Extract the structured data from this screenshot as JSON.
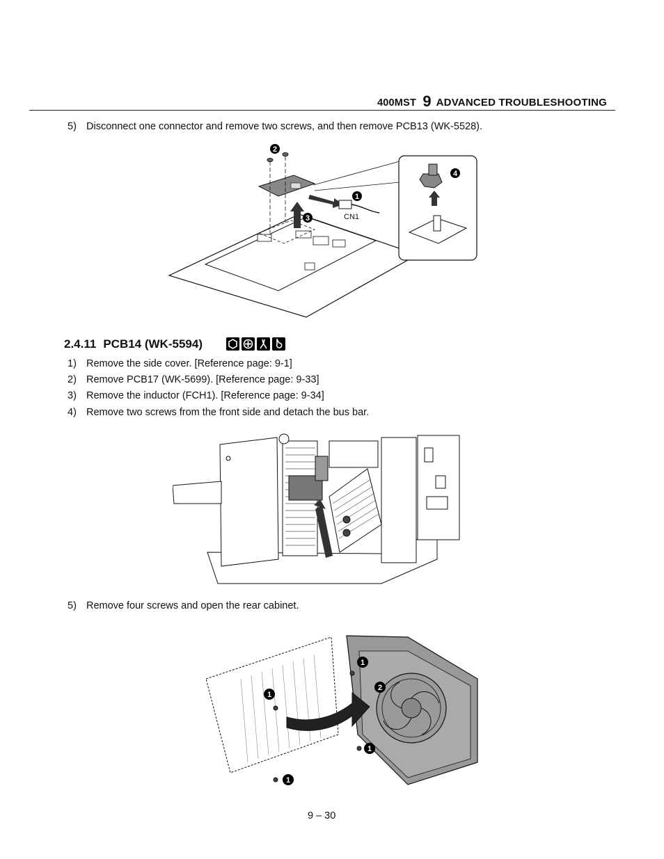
{
  "header": {
    "model": "400MST",
    "chapter_number": "9",
    "chapter_title": "ADVANCED TROUBLESHOOTING"
  },
  "step_pcb13": {
    "number": "5)",
    "text": "Disconnect one connector and remove two screws, and then remove PCB13 (WK-5528)."
  },
  "figure1": {
    "callouts": [
      "2",
      "1",
      "3",
      "4"
    ],
    "connector_label": "CN1"
  },
  "section": {
    "number": "2.4.11",
    "title": "PCB14 (WK-5594)",
    "tool_icons": [
      "hex-socket-icon",
      "phillips-screwdriver-icon",
      "pliers-icon",
      "wrench-icon"
    ]
  },
  "steps": [
    {
      "number": "1)",
      "text": "Remove the side cover. [Reference page: 9-1]"
    },
    {
      "number": "2)",
      "text": "Remove PCB17 (WK-5699). [Reference page: 9-33]"
    },
    {
      "number": "3)",
      "text": "Remove the inductor (FCH1). [Reference page: 9-34]"
    },
    {
      "number": "4)",
      "text": "Remove two screws from the front side and detach the bus bar."
    },
    {
      "number": "5)",
      "text": "Remove four screws and open the rear cabinet."
    }
  ],
  "figure3": {
    "callouts": [
      "1",
      "1",
      "2",
      "1",
      "1"
    ]
  },
  "footer": {
    "page_number": "9 – 30"
  }
}
